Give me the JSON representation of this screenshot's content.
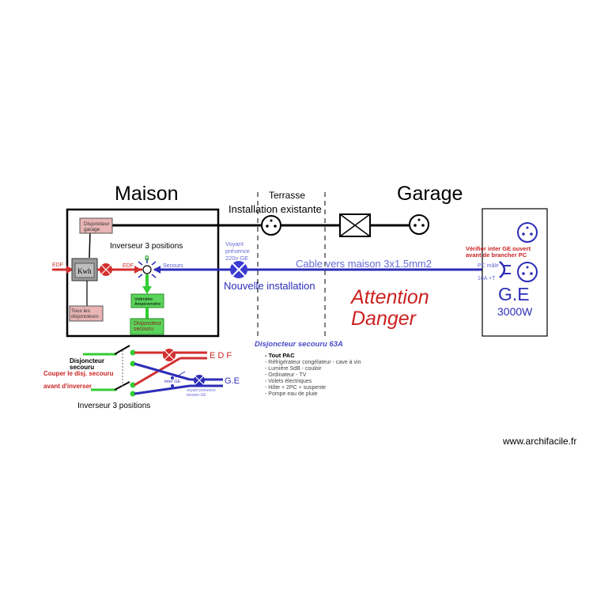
{
  "titles": {
    "maison": "Maison",
    "garage": "Garage",
    "terrasse": "Terrasse",
    "installation_existante": "Installation existante",
    "nouvelle_installation": "Nouvelle installation"
  },
  "house": {
    "disjoncteur_garage": [
      "Disjoncteur",
      "garage"
    ],
    "inverseur": "Inverseur 3 positions",
    "kwh": "Kwh",
    "edf_in": "EDF",
    "edf_mid": "EDF",
    "zero": "0",
    "secours": "Secours",
    "tous_les_disjoncteurs": [
      "Tous les",
      "disjoncteurs"
    ],
    "voltmetre": [
      "Voltmètre",
      "Ampèremètre"
    ],
    "disjoncteur_secouru": [
      "Disjoncteur",
      "secouru"
    ]
  },
  "voyant": [
    "Voyant",
    "présence",
    "220v GE"
  ],
  "cable": "Cable vers maison 3x1.5mm2",
  "attention": [
    "Attention",
    "Danger"
  ],
  "generator": {
    "note": [
      "Vérifier inter GE ouvert",
      "avant de brancher PC"
    ],
    "pc": [
      "PC mâle",
      "16A +T"
    ],
    "label": "G.E",
    "power": "3000W"
  },
  "disjoncteur_secouru_63a": {
    "title": "Disjoncteur secouru 63A",
    "items": [
      "- Tout PAC",
      "- Réfrigérateur congélateur - cave à vin",
      "- Lumière SdB - couloir",
      "- Ordinateur - TV",
      "- Volets électriques",
      "- Hôte + 2PC + suspente",
      "- Pompe eau de pluie"
    ]
  },
  "detail": {
    "disjoncteur_secouru": [
      "Disjoncteur",
      "secouru"
    ],
    "warning": [
      "Couper le disj. secouru",
      "avant d'inverser"
    ],
    "edf": "E D F",
    "ge": "G.E",
    "inter_ge": "inter GE",
    "voyant": [
      "voyant présence",
      "tension GE"
    ],
    "inverseur": "Inverseur 3 positions"
  },
  "watermark": "www.archifacile.fr",
  "colors": {
    "black": "#000000",
    "red": "#d32f2f",
    "dark_red": "#cc2222",
    "blue": "#2d2db8",
    "light_blue": "#5a5acd",
    "green": "#33cc33",
    "pink_box": "#e8b4b4"
  }
}
